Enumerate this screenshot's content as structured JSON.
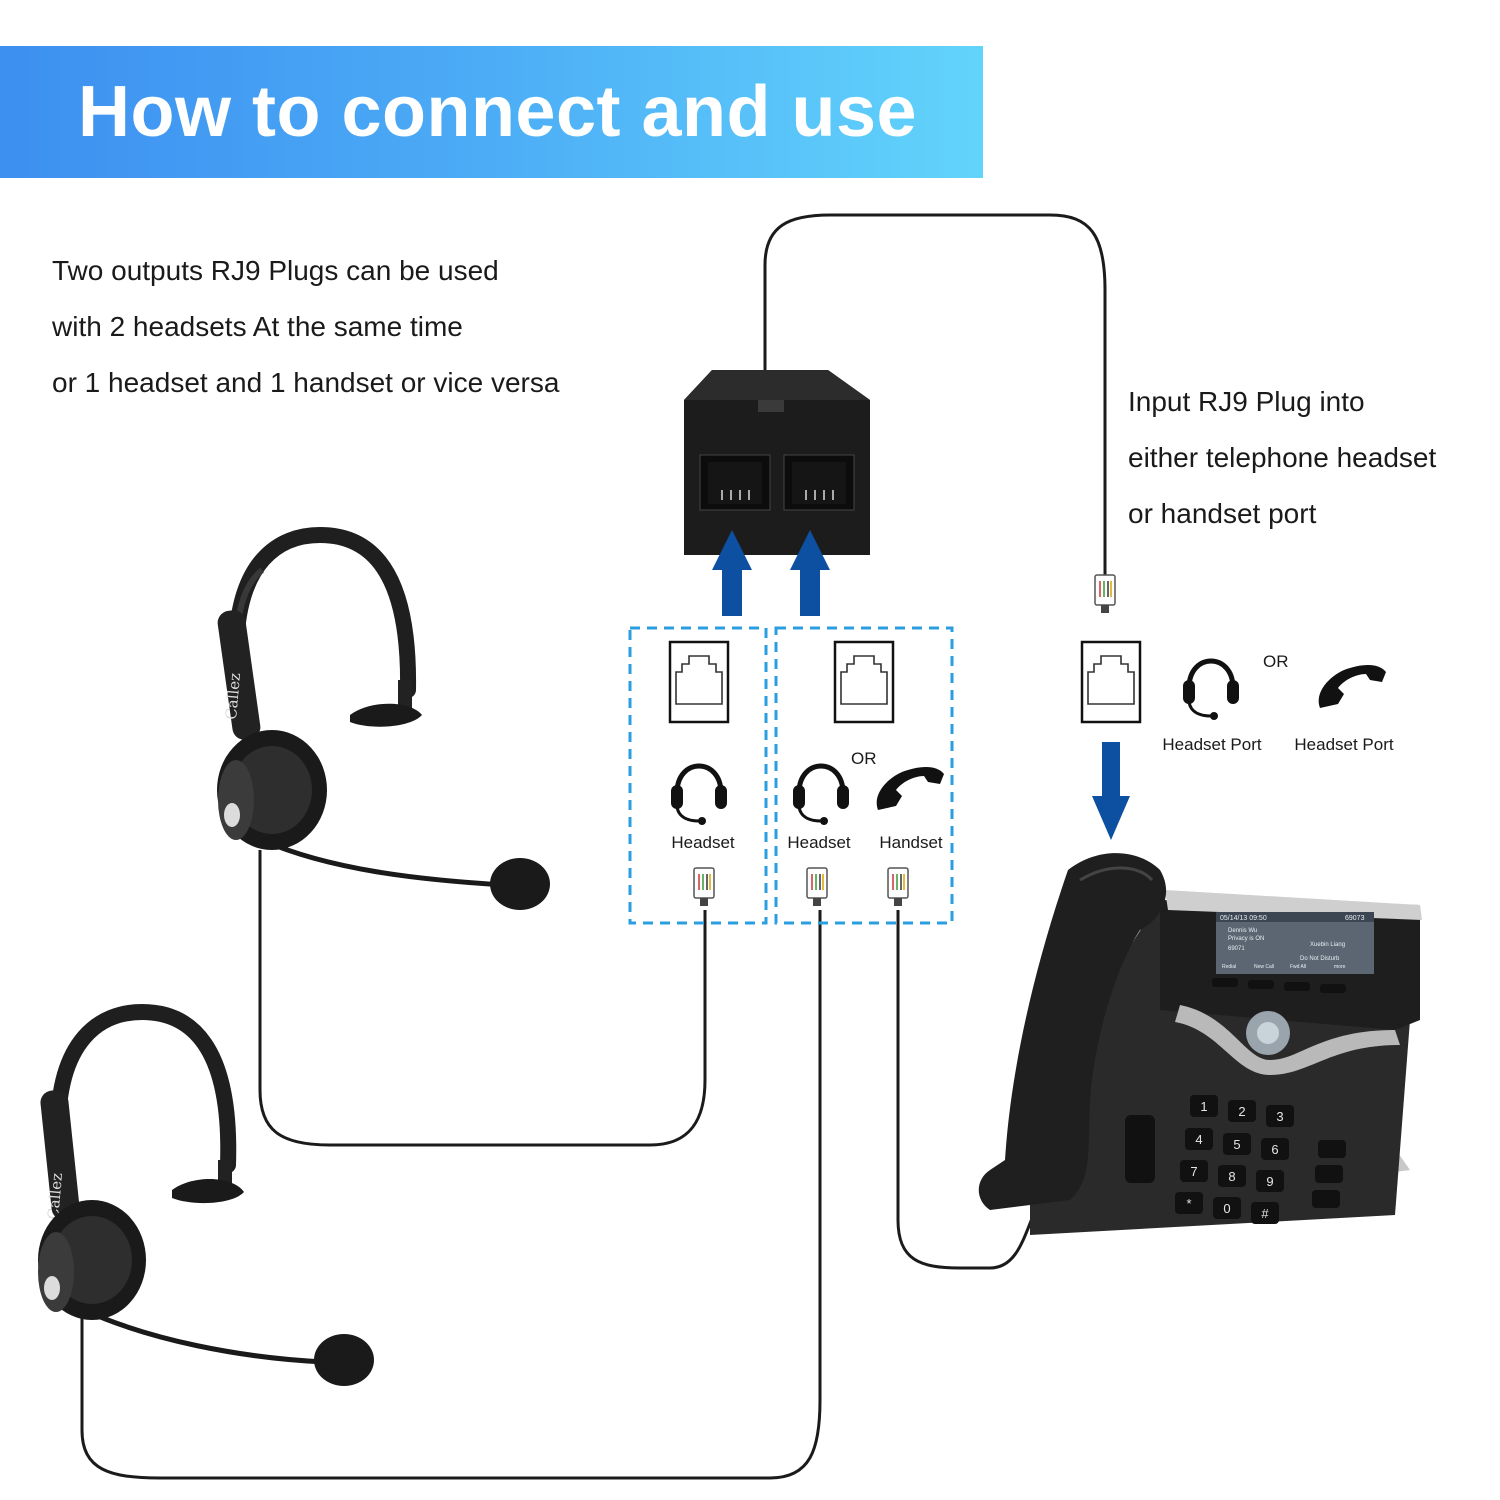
{
  "title": "How to connect and use",
  "left_text": [
    "Two outputs RJ9 Plugs can be used",
    "with 2 headsets At the same time",
    "or 1 headset and 1 handset or vice versa"
  ],
  "right_text": [
    "Input RJ9 Plug into",
    "either telephone headset",
    "or handset port"
  ],
  "port_labels": {
    "box1_headset": "Headset",
    "box2_or": "OR",
    "box2_headset": "Headset",
    "box2_handset": "Handset",
    "input_or": "OR",
    "input_port_1": "Headset Port",
    "input_port_2": "Headset Port"
  },
  "brand": "Callez",
  "phone_screen": {
    "date": "05/14/13 09:50",
    "ext": "69073",
    "line1": "Dennis Wu",
    "line2": "Privacy is ON",
    "line3": "69071",
    "line4": "Xuebin Liang",
    "line5": "Do Not Disturb",
    "softkeys": [
      "Redial",
      "New Call",
      "Fwd All",
      "more"
    ]
  },
  "keypad": [
    "1",
    "2",
    "3",
    "4",
    "5",
    "6",
    "7",
    "8",
    "9",
    "*",
    "0",
    "#"
  ],
  "colors": {
    "banner_start": "#3d8ff0",
    "banner_end": "#62d4fb",
    "arrow": "#0d4fa0",
    "dashed_box": "#2a9ee0",
    "device": "#222222"
  },
  "icons": [
    "headset-icon",
    "handset-icon",
    "rj9-port-icon",
    "rj9-plug-icon",
    "arrow-up-icon",
    "arrow-down-icon"
  ]
}
